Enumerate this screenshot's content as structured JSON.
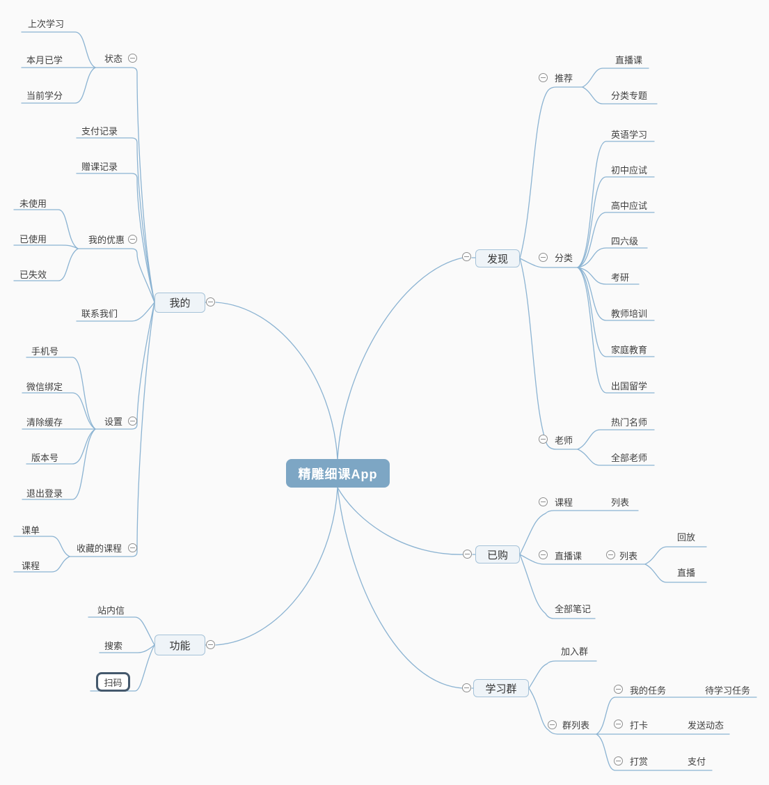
{
  "theme": {
    "background": "#fafafa",
    "line_color": "#8bb3d2",
    "topic_fill": "#eff4f8",
    "topic_border": "#a5c2d8",
    "central_fill": "#7da6c4",
    "central_text": "#ffffff",
    "selected_border": "#44586c",
    "text_color": "#3f3f3f",
    "expander_color": "#8e8e8e"
  },
  "map": {
    "root": {
      "label": "精雕细课App"
    },
    "branches": {
      "wode": {
        "label": "我的",
        "children": {
          "zhuangtai": {
            "label": "状态",
            "children": {
              "shangci": {
                "label": "上次学习"
              },
              "benyue": {
                "label": "本月已学"
              },
              "dangqian": {
                "label": "当前学分"
              }
            }
          },
          "zhifujilu": {
            "label": "支付记录"
          },
          "zengkejilu": {
            "label": "赠课记录"
          },
          "youhui": {
            "label": "我的优惠",
            "children": {
              "weishiyong": {
                "label": "未使用"
              },
              "yishiyong": {
                "label": "已使用"
              },
              "yishixiao": {
                "label": "已失效"
              }
            }
          },
          "lianxiwomen": {
            "label": "联系我们"
          },
          "shezhi": {
            "label": "设置",
            "children": {
              "shoujihao": {
                "label": "手机号"
              },
              "weixinbangding": {
                "label": "微信绑定"
              },
              "qingchuhuancun": {
                "label": "清除缓存"
              },
              "banbenhao": {
                "label": "版本号"
              },
              "tuichudenglu": {
                "label": "退出登录"
              }
            }
          },
          "shoucang": {
            "label": "收藏的课程",
            "children": {
              "kedan": {
                "label": "课单"
              },
              "kecheng": {
                "label": "课程"
              }
            }
          }
        }
      },
      "gongneng": {
        "label": "功能",
        "children": {
          "zhanneixin": {
            "label": "站内信"
          },
          "sousuo": {
            "label": "搜索"
          },
          "saoma": {
            "label": "扫码",
            "selected": true
          }
        }
      },
      "faxian": {
        "label": "发现",
        "children": {
          "tuijian": {
            "label": "推荐",
            "children": {
              "zhiboke": {
                "label": "直播课"
              },
              "fenleizhuanti": {
                "label": "分类专题"
              }
            }
          },
          "fenlei": {
            "label": "分类",
            "children": {
              "yingyuxuexi": {
                "label": "英语学习"
              },
              "chuzhongyingshi": {
                "label": "初中应试"
              },
              "gaozhongyingshi": {
                "label": "高中应试"
              },
              "siliuji": {
                "label": "四六级"
              },
              "kaoyan": {
                "label": "考研"
              },
              "jiaoshipeixun": {
                "label": "教师培训"
              },
              "jiatingjiaoyu": {
                "label": "家庭教育"
              },
              "chuguoliuxue": {
                "label": "出国留学"
              }
            }
          },
          "laoshi": {
            "label": "老师",
            "children": {
              "remenmingshi": {
                "label": "热门名师"
              },
              "quanbulaoshi": {
                "label": "全部老师"
              }
            }
          }
        }
      },
      "yigou": {
        "label": "已购",
        "children": {
          "kecheng": {
            "label": "课程",
            "children": {
              "liebiao": {
                "label": "列表"
              }
            }
          },
          "zhiboke": {
            "label": "直播课",
            "children": {
              "liebiao": {
                "label": "列表",
                "children": {
                  "huifang": {
                    "label": "回放"
                  },
                  "zhibo": {
                    "label": "直播"
                  }
                }
              }
            }
          },
          "quanbubiji": {
            "label": "全部笔记"
          }
        }
      },
      "xuexiqun": {
        "label": "学习群",
        "children": {
          "jiaruqun": {
            "label": "加入群"
          },
          "qunliebiao": {
            "label": "群列表",
            "children": {
              "woderenwu": {
                "label": "我的任务",
                "children": {
                  "daixuexirenwu": {
                    "label": "待学习任务"
                  }
                }
              },
              "daka": {
                "label": "打卡",
                "children": {
                  "fasongdongtai": {
                    "label": "发送动态"
                  }
                }
              },
              "dashang": {
                "label": "打赏",
                "children": {
                  "zhifu": {
                    "label": "支付"
                  }
                }
              }
            }
          }
        }
      }
    }
  }
}
